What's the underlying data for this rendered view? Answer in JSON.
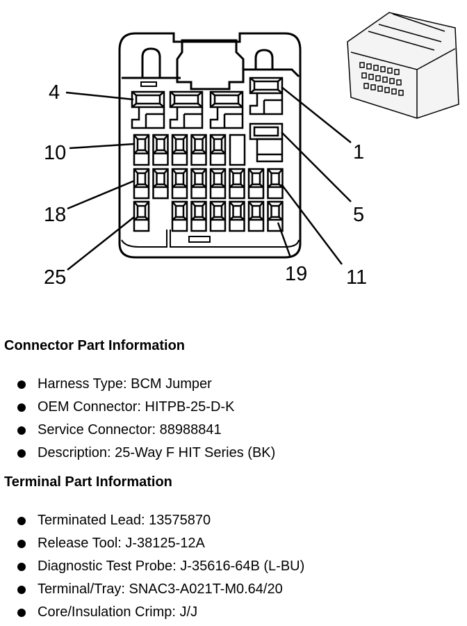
{
  "diagram": {
    "pin_labels": {
      "p4": "4",
      "p10": "10",
      "p18": "18",
      "p25": "25",
      "p1": "1",
      "p5": "5",
      "p11": "11",
      "p19": "19"
    }
  },
  "connector": {
    "heading": "Connector Part Information",
    "items": [
      "Harness Type: BCM Jumper",
      "OEM Connector: HITPB-25-D-K",
      "Service Connector: 88988841",
      "Description: 25-Way F HIT Series (BK)"
    ]
  },
  "terminal": {
    "heading": "Terminal Part Information",
    "items": [
      "Terminated Lead: 13575870",
      "Release Tool: J-38125-12A",
      "Diagnostic Test Probe: J-35616-64B (L-BU)",
      "Terminal/Tray: SNAC3-A021T-M0.64/20",
      "Core/Insulation Crimp: J/J"
    ]
  }
}
